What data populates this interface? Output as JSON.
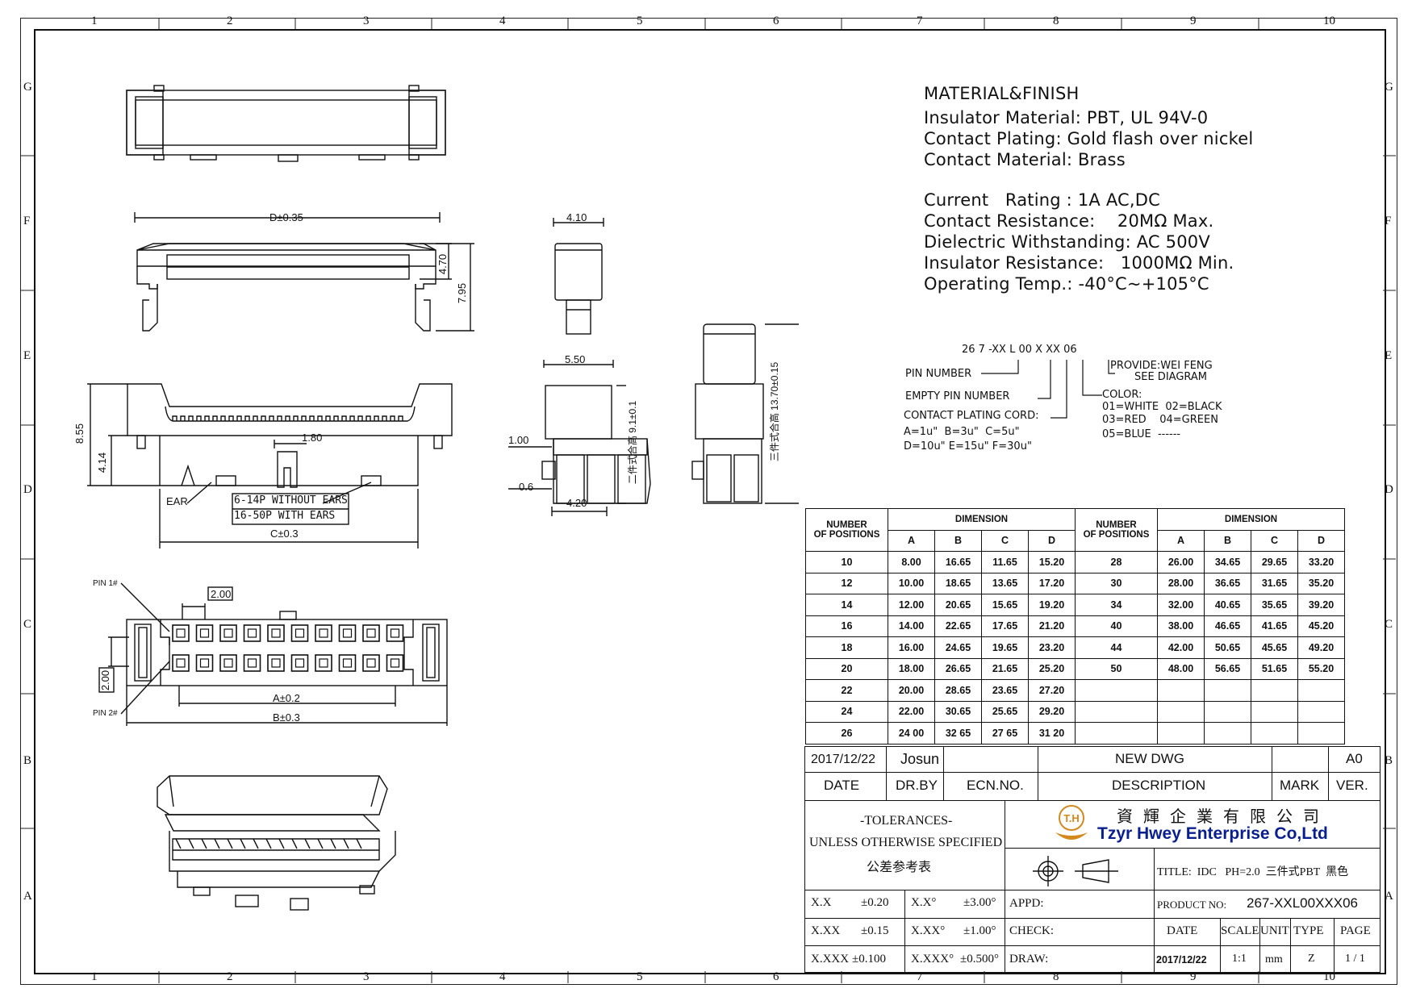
{
  "grid": {
    "cols": [
      "1",
      "2",
      "3",
      "4",
      "5",
      "6",
      "7",
      "8",
      "9",
      "10"
    ],
    "rows": [
      "G",
      "F",
      "E",
      "D",
      "C",
      "B",
      "A"
    ]
  },
  "material": {
    "heading": "MATERIAL&FINISH",
    "lines": [
      "Insulator Material: PBT, UL 94V-0",
      "Contact Plating: Gold flash over nickel",
      "Contact Material: Brass"
    ],
    "specs": [
      "Current   Rating : 1A AC,DC",
      "Contact Resistance:    20MΩ Max.",
      "Dielectric Withstanding: AC 500V",
      "Insulator Resistance:   1000MΩ Min.",
      "Operating Temp.: -40°C~+105°C"
    ]
  },
  "part_number": {
    "code": "26 7 -XX L 00 X XX 06",
    "pin_number": "PIN NUMBER",
    "empty_pin": "EMPTY PIN NUMBER",
    "plating_cord": "CONTACT PLATING CORD:",
    "plating_1": "A=1u\"  B=3u\"  C=5u\"",
    "plating_2": "D=10u\" E=15u\" F=30u\"",
    "provide_1": "PROVIDE:WEI FENG",
    "provide_2": "SEE DIAGRAM",
    "color": "COLOR:",
    "color_1": "01=WHITE  02=BLACK",
    "color_2": "03=RED    04=GREEN",
    "color_3": "05=BLUE  ------"
  },
  "dims": {
    "d035": "D±0.35",
    "h470": "4.70",
    "h795": "7.95",
    "w410": "4.10",
    "w550": "5.50",
    "h100": "1.00",
    "h06": "0.6",
    "w420": "4.20",
    "two_piece": "二件式合高",
    "two_piece_val": "9.1±0.1",
    "three_piece": "三件式合高",
    "three_piece_val": "13.70±0.15",
    "h855": "8.55",
    "h414": "4.14",
    "w180": "1.80",
    "ear": "EAR",
    "ears_1": "6-14P WITHOUT EARS",
    "ears_2": "16-50P WITH EARS",
    "c03": "C±0.3",
    "pin1": "PIN 1#",
    "pin2": "PIN 2#",
    "p200a": "2.00",
    "p200b": "2.00",
    "a02": "A±0.2",
    "b03": "B±0.3"
  },
  "table": {
    "h_number": "NUMBER",
    "h_of_positions": "OF POSITIONS",
    "h_dimension": "DIMENSION",
    "cols": [
      "A",
      "B",
      "C",
      "D"
    ],
    "left": [
      [
        "10",
        "8.00",
        "16.65",
        "11.65",
        "15.20"
      ],
      [
        "12",
        "10.00",
        "18.65",
        "13.65",
        "17.20"
      ],
      [
        "14",
        "12.00",
        "20.65",
        "15.65",
        "19.20"
      ],
      [
        "16",
        "14.00",
        "22.65",
        "17.65",
        "21.20"
      ],
      [
        "18",
        "16.00",
        "24.65",
        "19.65",
        "23.20"
      ],
      [
        "20",
        "18.00",
        "26.65",
        "21.65",
        "25.20"
      ],
      [
        "22",
        "20.00",
        "28.65",
        "23.65",
        "27.20"
      ],
      [
        "24",
        "22.00",
        "30.65",
        "25.65",
        "29.20"
      ],
      [
        "26",
        "24 00",
        "32 65",
        "27 65",
        "31 20"
      ]
    ],
    "right": [
      [
        "28",
        "26.00",
        "34.65",
        "29.65",
        "33.20"
      ],
      [
        "30",
        "28.00",
        "36.65",
        "31.65",
        "35.20"
      ],
      [
        "34",
        "32.00",
        "40.65",
        "35.65",
        "39.20"
      ],
      [
        "40",
        "38.00",
        "46.65",
        "41.65",
        "45.20"
      ],
      [
        "44",
        "42.00",
        "50.65",
        "45.65",
        "49.20"
      ],
      [
        "50",
        "48.00",
        "56.65",
        "51.65",
        "55.20"
      ],
      [
        "",
        "",
        "",
        "",
        ""
      ],
      [
        "",
        "",
        "",
        "",
        ""
      ],
      [
        "",
        "",
        "",
        "",
        ""
      ]
    ]
  },
  "revision": {
    "date": "2017/12/22",
    "drawn_by": "Josun",
    "description": "NEW DWG",
    "ver": "A0",
    "h_date": "DATE",
    "h_drby": "DR.BY",
    "h_ecn": "ECN.NO.",
    "h_desc": "DESCRIPTION",
    "h_mark": "MARK",
    "h_ver": "VER."
  },
  "titleblock": {
    "tol_1": "-TOLERANCES-",
    "tol_2": "UNLESS OTHERWISE SPECIFIED",
    "tol_3": "公差参考表",
    "company_cn": "資 輝 企 業 有 限 公 司",
    "company_en": "Tzyr Hwey Enterprise Co,Ltd",
    "logo": "T.H",
    "title": "TITLE:  IDC   PH=2.0  三件式PBT  黑色",
    "tols": [
      [
        "X.X",
        "±0.20",
        "X.X°",
        "±3.00°"
      ],
      [
        "X.XX",
        "±0.15",
        "X.XX°",
        "±1.00°"
      ],
      [
        "X.XXX",
        "±0.100",
        "X.XXX°",
        "±0.500°"
      ]
    ],
    "appd": "APPD:",
    "check": "CHECK:",
    "draw": "DRAW:",
    "product_no_label": "PRODUCT NO:",
    "product_no": "267-XXL00XXX06",
    "h_date": "DATE",
    "h_scale": "SCALE",
    "h_unit": "UNIT",
    "h_type": "TYPE",
    "h_page": "PAGE",
    "date": "2017/12/22",
    "scale": "1:1",
    "unit": "mm",
    "type": "Z",
    "page": "1 / 1"
  }
}
